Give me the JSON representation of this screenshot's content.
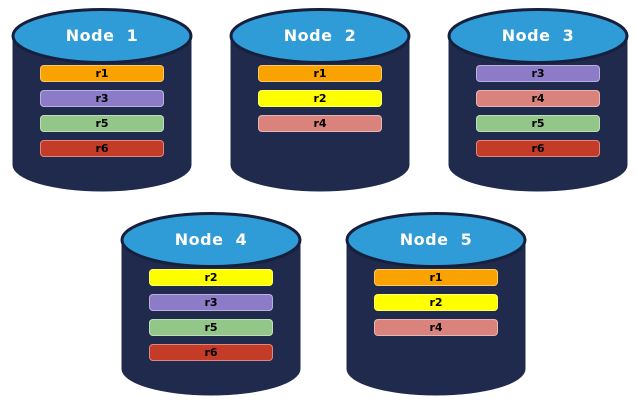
{
  "diagram": {
    "description": "Database replication layout across five nodes"
  },
  "colors": {
    "cylinder_body": "#1F2A4D",
    "cylinder_top": "#2F9BD7",
    "cylinder_outline": "#16203C",
    "title_text": "#FFFFFF",
    "bar_text": "#000000",
    "background": "#FFFFFF"
  },
  "replica_colors": {
    "r1": "#FAA200",
    "r2": "#FFFF00",
    "r3": "#8C7CC8",
    "r4": "#D9837C",
    "r5": "#93C789",
    "r6": "#C43B28"
  },
  "nodes": [
    {
      "label": "Node  1",
      "replicas": [
        "r1",
        "r3",
        "r5",
        "r6"
      ]
    },
    {
      "label": "Node  2",
      "replicas": [
        "r1",
        "r2",
        "r4"
      ]
    },
    {
      "label": "Node  3",
      "replicas": [
        "r3",
        "r4",
        "r5",
        "r6"
      ]
    },
    {
      "label": "Node  4",
      "replicas": [
        "r2",
        "r3",
        "r5",
        "r6"
      ]
    },
    {
      "label": "Node  5",
      "replicas": [
        "r1",
        "r2",
        "r4"
      ]
    }
  ]
}
